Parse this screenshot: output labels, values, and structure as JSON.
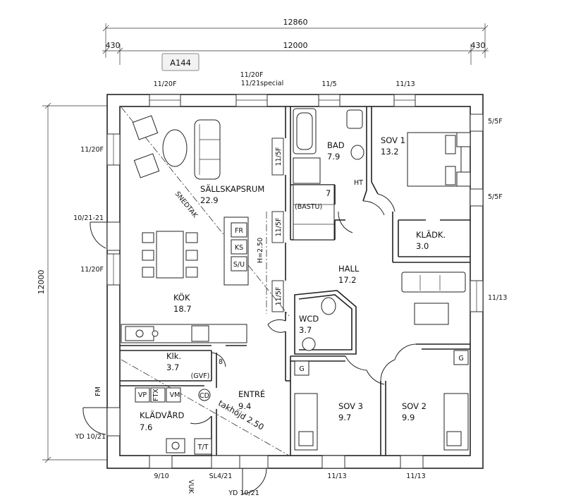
{
  "drawing": {
    "tag": "A144",
    "dimensions": {
      "overall": "12860",
      "inner": "12000",
      "left_offset": "430",
      "right_offset": "430",
      "vertical": "12000"
    },
    "window_labels": {
      "top_1": "11/20F",
      "top_2a": "11/20F",
      "top_2b": "11/21special",
      "top_3": "11/5",
      "top_4": "11/13",
      "left_1": "11/20F",
      "left_door": "10/21-21",
      "left_2": "11/20F",
      "left_fm": "FM",
      "left_yd": "YD 10/21",
      "right_1": "5/5F",
      "right_2": "5/5F",
      "right_3": "11/13",
      "bottom_1": "9/10",
      "bottom_vuk": "VUK",
      "bottom_sl": "SL4/21",
      "bottom_yd": "YD 10/21",
      "bottom_3": "11/13",
      "bottom_4": "11/13",
      "inner_1": "11/5F",
      "inner_2": "11/5F",
      "inner_3": "11/5F"
    },
    "rooms": [
      {
        "name": "SÄLLSKAPSRUM",
        "area": "22.9"
      },
      {
        "name": "KÖK",
        "area": "18.7"
      },
      {
        "name": "BAD",
        "area": "7.9"
      },
      {
        "name": "SOV 1",
        "area": "13.2"
      },
      {
        "name": "KLÄDK.",
        "area": "3.0"
      },
      {
        "name": "HALL",
        "area": "17.2"
      },
      {
        "name": "WCD",
        "area": "3.7"
      },
      {
        "name": "Klk.",
        "area": "3.7"
      },
      {
        "name": "ENTRÉ",
        "area": "9.4"
      },
      {
        "name": "KLÄDVÅRD",
        "area": "7.6"
      },
      {
        "name": "SOV 3",
        "area": "9.7"
      },
      {
        "name": "SOV 2",
        "area": "9.9"
      }
    ],
    "annotations": {
      "snedtak": "SNEDTAK",
      "height": "H=2.50",
      "takhojd": "takhöjd 2.50",
      "bastu_num": "7",
      "bastu": "(BASTU)",
      "ht": "HT",
      "fr": "FR",
      "ks": "KS",
      "su": "S/U",
      "vp": "VP",
      "ftx": "FTX",
      "vm": "VM",
      "cd": "CD",
      "gvf": "(GVF)",
      "eight": "8",
      "tt": "T/T",
      "g1": "G",
      "g2": "G"
    }
  }
}
